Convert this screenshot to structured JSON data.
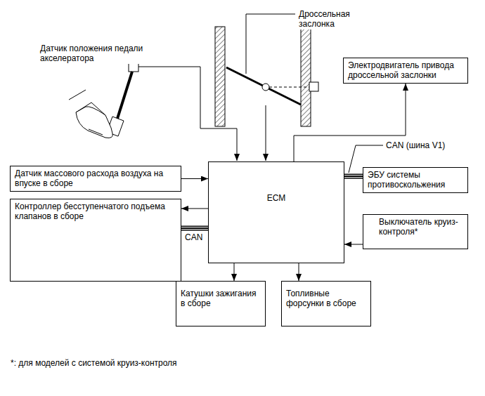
{
  "diagram": {
    "nodes": [
      {
        "text": [
          "Электродвигатель привода дроссельной заслонки"
        ]
      },
      {
        "text": [
          "Датчик массового расхода воздуха на впуске в сборе"
        ]
      },
      {
        "text": [
          "ECM"
        ]
      },
      {
        "text": [
          "ЭБУ системы противоскольжения"
        ]
      },
      {
        "text": [
          "Контроллер бесступенчатого подъема клапанов в сборе"
        ]
      },
      {
        "text": [
          "Выключатель круиз-контроля*"
        ]
      },
      {
        "text": [
          "Катушки зажигания в сборе"
        ]
      },
      {
        "text": [
          "Топливные форсунки в сборе"
        ]
      }
    ],
    "edges": [
      {
        "from": 2,
        "to": 0,
        "arrow": "to"
      },
      {
        "from": 1,
        "to": 2,
        "arrow": "to"
      },
      {
        "from": 2,
        "to": 3,
        "arrow": "none",
        "label": "CAN (шина V1)"
      },
      {
        "from": 2,
        "to": 4,
        "arrow": "to"
      },
      {
        "from": 2,
        "to": 4,
        "arrow": "none",
        "label": "CAN"
      },
      {
        "from": 5,
        "to": 2,
        "arrow": "to"
      },
      {
        "from": 2,
        "to": 6,
        "arrow": "to"
      },
      {
        "from": 2,
        "to": 7,
        "arrow": "to"
      }
    ],
    "labels": [
      "Дроссельная заслонка",
      "Датчик положения педали акселератора",
      "*: для моделей с системой круиз-контроля"
    ]
  }
}
